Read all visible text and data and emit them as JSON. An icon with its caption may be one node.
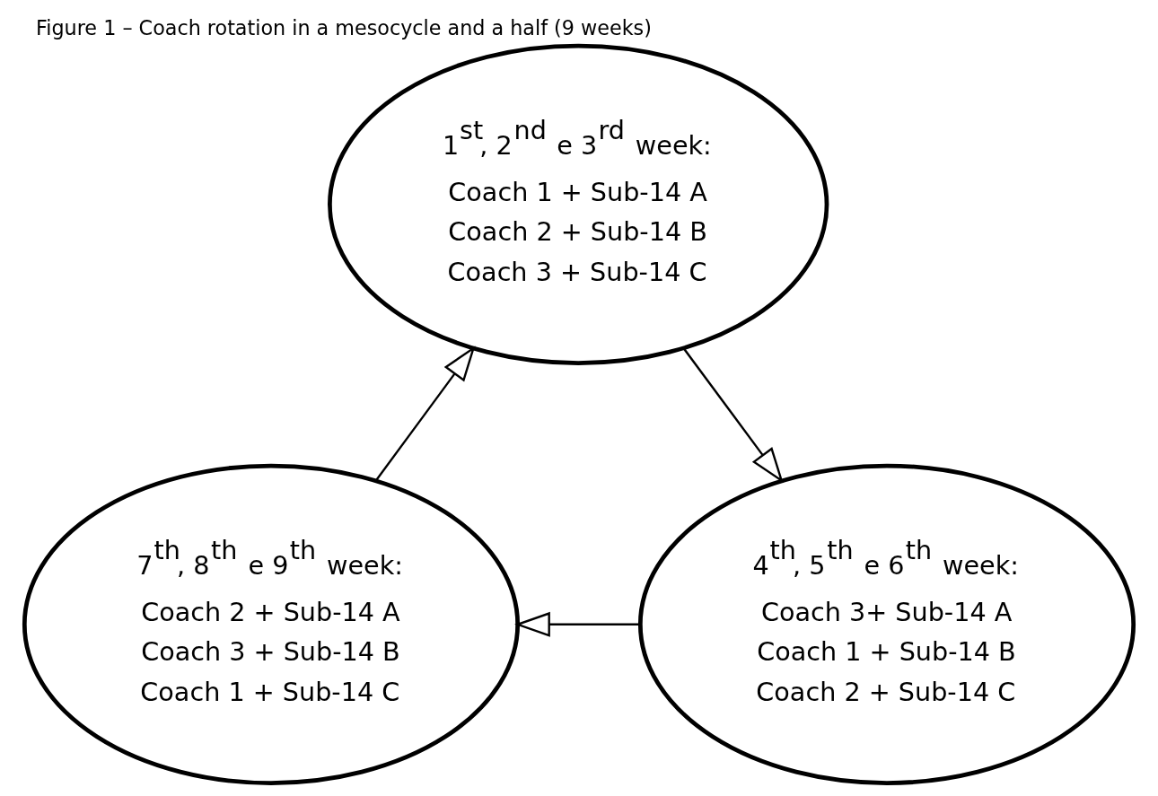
{
  "diagram": {
    "title": "Figure 1 – Coach rotation in a mesocycle and a half (9 weeks)",
    "nodes": [
      {
        "text": [
          "1$^{st}$, 2$^{nd}$ e 3$^{rd}$ week:",
          "Coach 1 + Sub-14 A",
          "Coach 2 + Sub-14 B",
          "Coach 3 + Sub-14 C"
        ]
      },
      {
        "text": [
          "4$^{th}$, 5$^{th}$ e 6$^{th}$ week:",
          "Coach 3+ Sub-14 A",
          "Coach 1 + Sub-14 B",
          "Coach 2 + Sub-14 C"
        ]
      },
      {
        "text": [
          "7$^{th}$, 8$^{th}$ e 9$^{th}$ week:",
          "Coach 2 + Sub-14 A",
          "Coach 3 + Sub-14 B",
          "Coach 1 + Sub-14 C"
        ]
      }
    ],
    "edges": [
      {
        "from": 0,
        "to": 1,
        "arrow": "to"
      },
      {
        "from": 1,
        "to": 2,
        "arrow": "to"
      },
      {
        "from": 2,
        "to": 0,
        "arrow": "to"
      }
    ]
  }
}
